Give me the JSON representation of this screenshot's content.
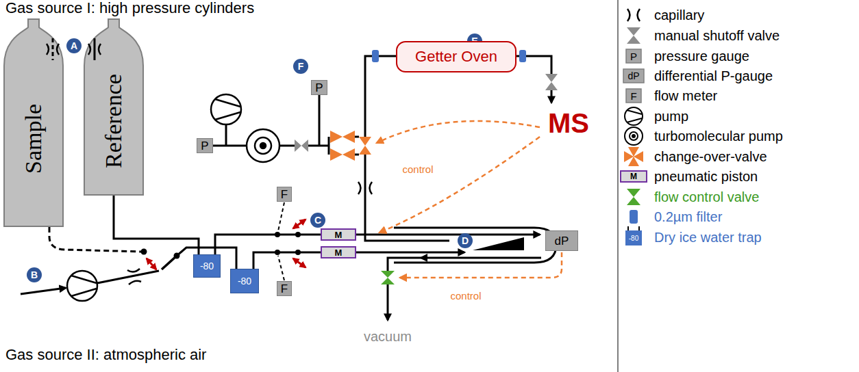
{
  "diagram": {
    "nodes": [
      {
        "text": [
          "A"
        ]
      },
      {
        "text": [
          "Sample"
        ]
      },
      {
        "text": [
          "Reference"
        ]
      },
      {
        "text": [
          "E"
        ]
      },
      {
        "text": [
          "Getter Oven"
        ]
      },
      {
        "text": [
          "F"
        ]
      },
      {
        "text": [
          "P"
        ]
      },
      {
        "text": [
          "P"
        ]
      },
      {
        "text": [
          "C"
        ]
      },
      {
        "text": [
          "F"
        ]
      },
      {
        "text": [
          "M"
        ]
      },
      {
        "text": [
          "D"
        ]
      },
      {
        "text": [
          "dP"
        ]
      },
      {
        "text": [
          "-80"
        ]
      },
      {
        "text": [
          "M"
        ]
      },
      {
        "text": [
          "-80"
        ]
      },
      {
        "text": [
          "B"
        ]
      },
      {
        "text": [
          "F"
        ]
      }
    ],
    "edges": [
      {
        "from": 2,
        "to": 13,
        "arrow": "none"
      },
      {
        "from": 13,
        "to": 10,
        "arrow": "none"
      },
      {
        "from": 15,
        "to": 14,
        "arrow": "none"
      }
    ],
    "labels": [
      "Gas source I: high pressure cylinders",
      "Gas source II: atmospheric air",
      "MS",
      "control",
      "control",
      "vacuum",
      "P",
      "dP",
      "F",
      "M",
      "-80"
    ],
    "legend": [
      {
        "text": "capillary"
      },
      {
        "text": "manual shutoff valve"
      },
      {
        "text": "pressure gauge"
      },
      {
        "text": "differential P-gauge"
      },
      {
        "text": "flow meter"
      },
      {
        "text": "pump"
      },
      {
        "text": "turbomolecular pump"
      },
      {
        "text": "change-over-valve"
      },
      {
        "text": "pneumatic piston"
      },
      {
        "text": "flow control valve"
      },
      {
        "text": "0.2µm filter"
      },
      {
        "text": "Dry ice water trap"
      }
    ]
  }
}
